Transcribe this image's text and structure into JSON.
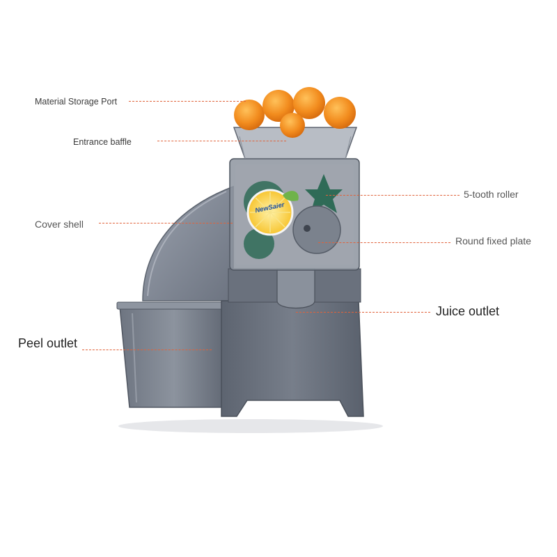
{
  "diagram": {
    "brand_text": "NewSaier",
    "labels": {
      "material_storage_port": "Material Storage Port",
      "entrance_baffle": "Entrance baffle",
      "cover_shell": "Cover shell",
      "peel_outlet": "Peel outlet",
      "five_tooth_roller": "5-tooth roller",
      "round_fixed_plate": "Round fixed plate",
      "juice_outlet": "Juice outlet"
    },
    "colors": {
      "leader_line": "#e0623a",
      "machine_body": "#6b7280",
      "orange": "#f28c1e",
      "roller_green": "#2f6b57",
      "label_text": "#3a3a3a"
    }
  }
}
